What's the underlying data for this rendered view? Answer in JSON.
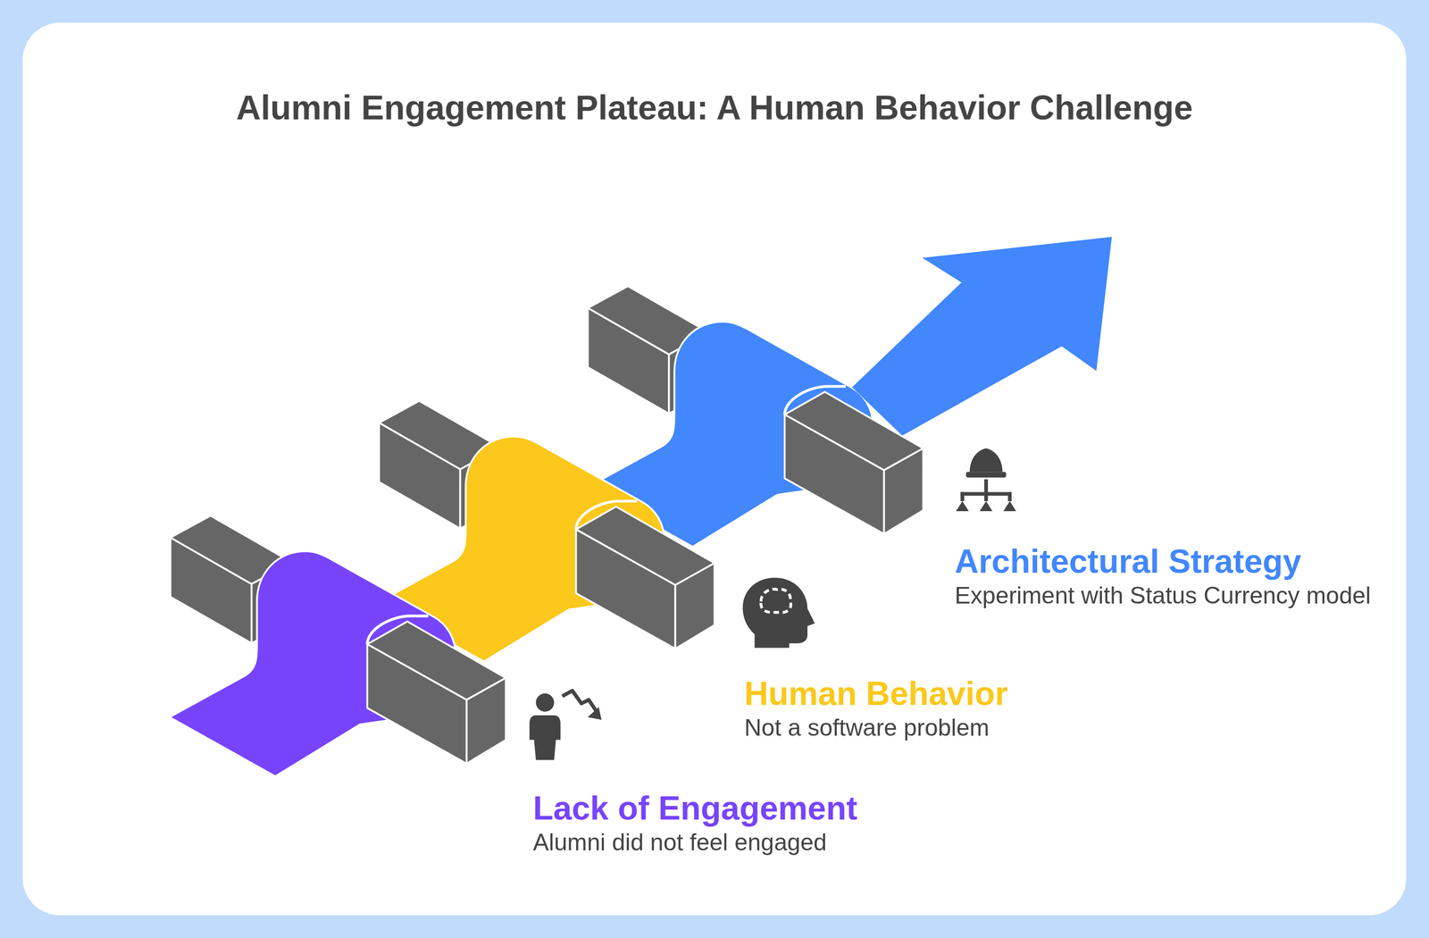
{
  "diagram": {
    "title": "Alumni Engagement Plateau: A Human Behavior Challenge",
    "nodes": [
      {
        "text": [
          "Lack of Engagement",
          "Alumni did not feel engaged"
        ]
      },
      {
        "text": [
          "Human Behavior",
          "Not a software problem"
        ]
      },
      {
        "text": [
          "Architectural Strategy",
          "Experiment with Status Currency model"
        ]
      }
    ]
  }
}
